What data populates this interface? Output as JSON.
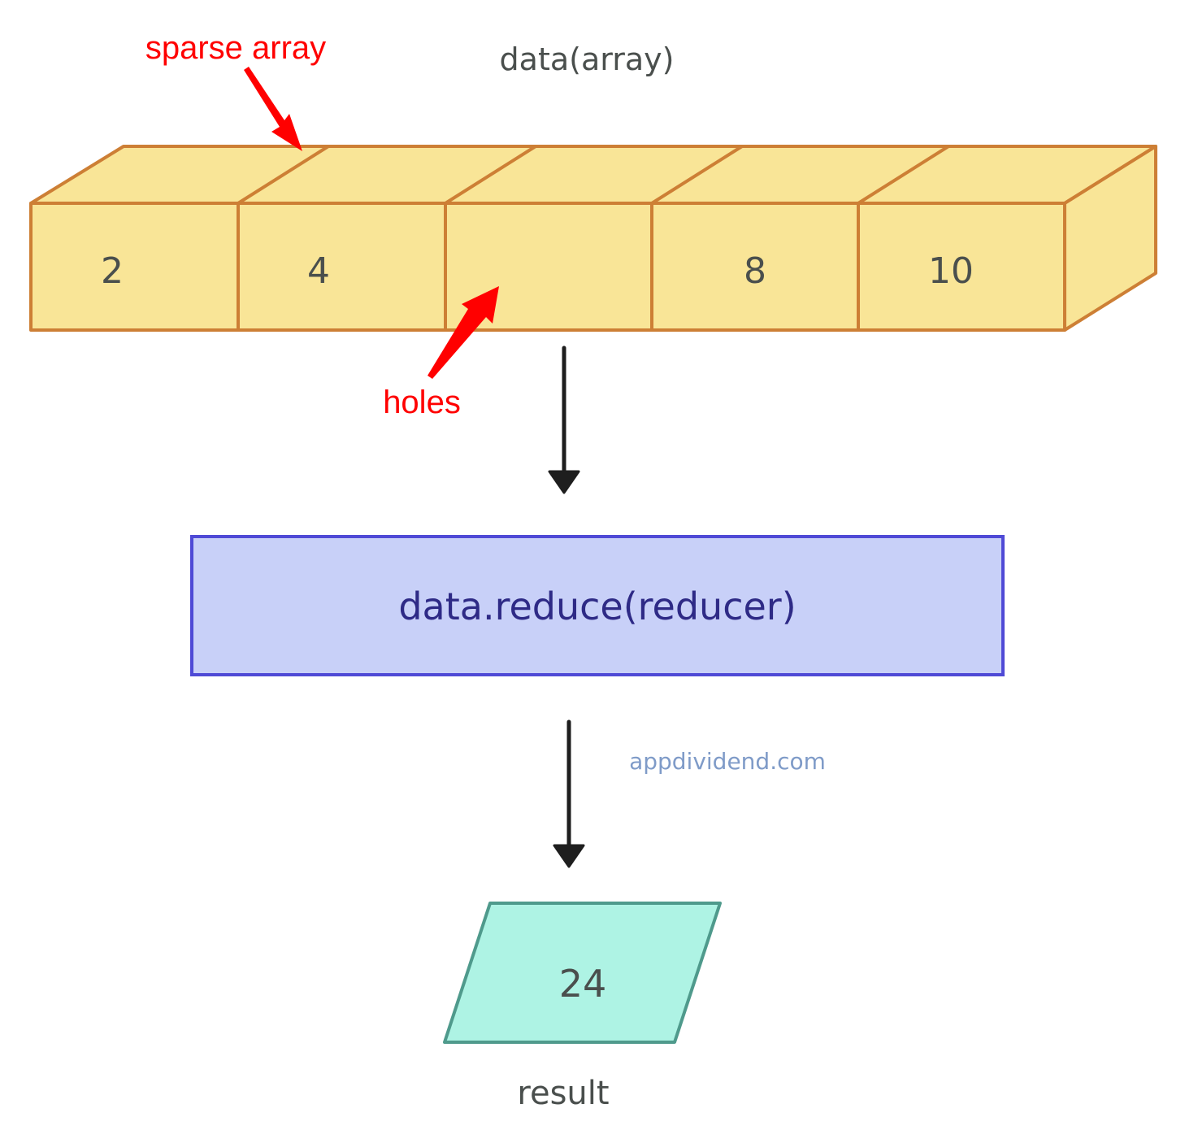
{
  "title": "data(array)",
  "array": {
    "cells": [
      {
        "label": "2"
      },
      {
        "label": "4"
      },
      {
        "label": ""
      },
      {
        "label": "8"
      },
      {
        "label": "10"
      }
    ]
  },
  "annotations": {
    "sparse_array": "sparse array",
    "holes": "holes"
  },
  "operation": {
    "label": "data.reduce(reducer)"
  },
  "result": {
    "value": "24",
    "caption": "result"
  },
  "watermark": "appdividend.com",
  "colors": {
    "array_fill": "#f9e597",
    "array_stroke": "#cd7f35",
    "annotation_red": "#ff0000",
    "operation_fill": "#c8d0f8",
    "operation_stroke": "#4f4ad6",
    "operation_text": "#2e2a86",
    "result_fill": "#aef3e4",
    "result_stroke": "#4f9a8c",
    "text_dark": "#4a4f4d",
    "watermark": "#7f9bc8",
    "arrow": "#1e1e1e"
  }
}
